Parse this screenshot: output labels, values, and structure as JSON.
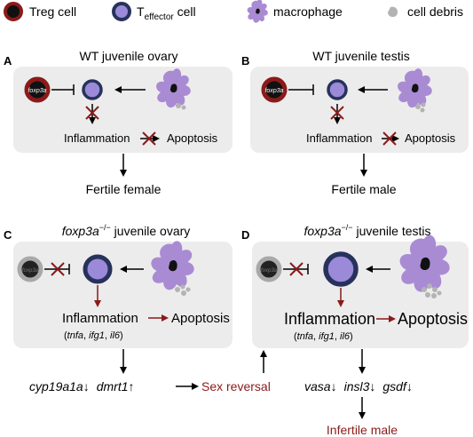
{
  "legend": {
    "treg": "Treg cell",
    "teff_prefix": "T",
    "teff_sub": "effector",
    "teff_suffix": " cell",
    "macrophage": "macrophage",
    "debris": "cell debris"
  },
  "panels": {
    "A": {
      "letter": "A",
      "title": "WT juvenile ovary",
      "foxp3": "foxp3a",
      "inflammation": "Inflammation",
      "apoptosis": "Apoptosis",
      "outcome": "Fertile female"
    },
    "B": {
      "letter": "B",
      "title": "WT juvenile testis",
      "foxp3": "foxp3a",
      "inflammation": "Inflammation",
      "apoptosis": "Apoptosis",
      "outcome": "Fertile male"
    },
    "C": {
      "letter": "C",
      "title_gene": "foxp3a",
      "title_sup": "−/−",
      "title_rest": " juvenile ovary",
      "foxp3": "foxp3a",
      "inflammation": "Inflammation",
      "apoptosis": "Apoptosis",
      "genes": [
        "tnfa",
        "ifg1",
        "il6"
      ]
    },
    "D": {
      "letter": "D",
      "title_gene": "foxp3a",
      "title_sup": "−/−",
      "title_rest": " juvenile testis",
      "foxp3": "foxp3a",
      "inflammation": "Inflammation",
      "apoptosis": "Apoptosis",
      "genes": [
        "tnfa",
        "ifg1",
        "il6"
      ]
    }
  },
  "bottom": {
    "cyp": "cyp19a1a",
    "dmrt": "dmrt1",
    "down": "↓",
    "up": "↑",
    "sex_reversal": "Sex reversal",
    "vasa": "vasa",
    "insl3": "insl3",
    "gsdf": "gsdf",
    "infertile": "Infertile male"
  },
  "colors": {
    "treg_ring": "#8b1a1a",
    "teff_fill": "#9b8ad8",
    "teff_ring": "#27325c",
    "macrophage": "#a98bd4",
    "debris": "#b3b3b3",
    "panel_bg": "#ececec",
    "inhibit_red": "#8b1a1a"
  }
}
